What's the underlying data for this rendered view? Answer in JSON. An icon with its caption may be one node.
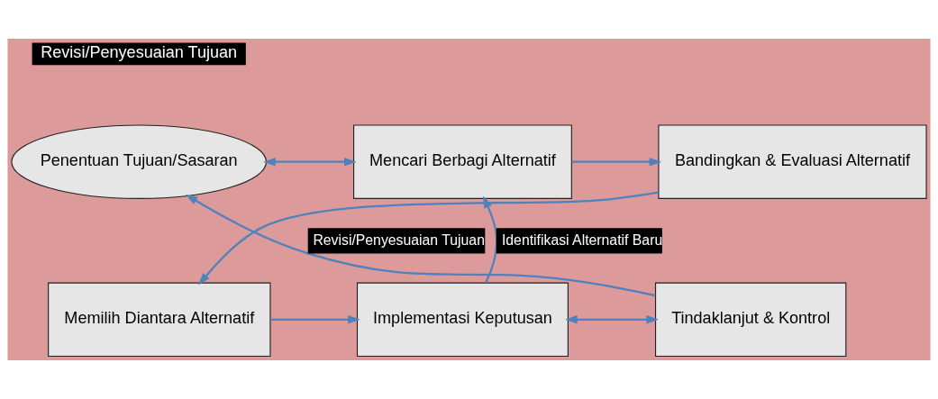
{
  "diagram": {
    "nodes": [
      {
        "text": [
          "Penentuan Tujuan/Sasaran"
        ]
      },
      {
        "text": [
          "Mencari Berbagi Alternatif"
        ]
      },
      {
        "text": [
          "Bandingkan & Evaluasi Alternatif"
        ]
      },
      {
        "text": [
          "Tindaklanjut & Kontrol"
        ]
      },
      {
        "text": [
          "Implementasi Keputusan"
        ]
      },
      {
        "text": [
          "Memilih Diantara Alternatif"
        ]
      }
    ],
    "edges": [
      {
        "from": 0,
        "to": 1,
        "arrow": "both"
      },
      {
        "from": 1,
        "to": 2,
        "arrow": "to"
      },
      {
        "from": 2,
        "to": 5,
        "arrow": "to"
      },
      {
        "from": 5,
        "to": 4,
        "arrow": "to"
      },
      {
        "from": 4,
        "to": 3,
        "arrow": "both"
      },
      {
        "from": 3,
        "to": 0,
        "arrow": "to",
        "label": "Revisi/Penyesuaian Tujuan"
      },
      {
        "from": 4,
        "to": 1,
        "arrow": "to",
        "label": "Identifikasi Alternatif Baru"
      }
    ],
    "labels": [
      "Revisi/Penyesuaian Tujuan"
    ]
  }
}
